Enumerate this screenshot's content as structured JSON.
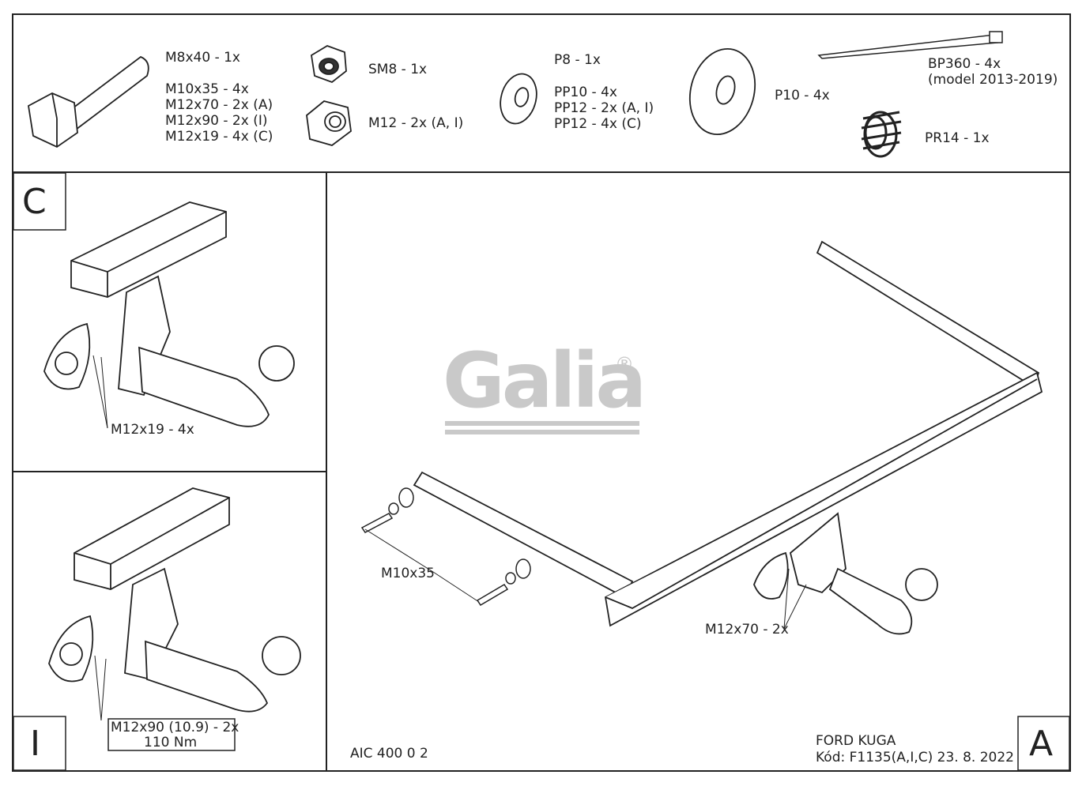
{
  "parts": {
    "bolt": {
      "name": "M8x40 - 1x",
      "lines": [
        "M10x35 - 4x",
        "M12x70 - 2x (A)",
        "M12x90 - 2x (I)",
        "M12x19 - 4x (C)"
      ]
    },
    "sm8": "SM8 - 1x",
    "m12": "M12 - 2x (A, I)",
    "p8": "P8 - 1x",
    "pp": [
      "PP10 - 4x",
      "PP12 - 2x (A, I)",
      "PP12 - 4x (C)"
    ],
    "p10": "P10 - 4x",
    "bp360": [
      "BP360 - 4x",
      "(model 2013-2019)"
    ],
    "pr14": "PR14 - 1x"
  },
  "panels": {
    "c": {
      "letter": "C",
      "callout": "M12x19 - 4x"
    },
    "i": {
      "letter": "I",
      "callout_lines": [
        "M12x90 (10.9) - 2x",
        "110 Nm"
      ]
    },
    "a": {
      "letter": "A",
      "callout_bolt": "M10x35",
      "callout_m12": "M12x70 - 2x",
      "logo": "Galia",
      "logo_mark": "®",
      "code": "AIC 400 0 2",
      "vehicle": "FORD KUGA",
      "kod": "Kód: F1135(A,I,C)  23. 8. 2022"
    }
  },
  "colors": {
    "line": "#222222",
    "logo": "#c9c9c9"
  }
}
